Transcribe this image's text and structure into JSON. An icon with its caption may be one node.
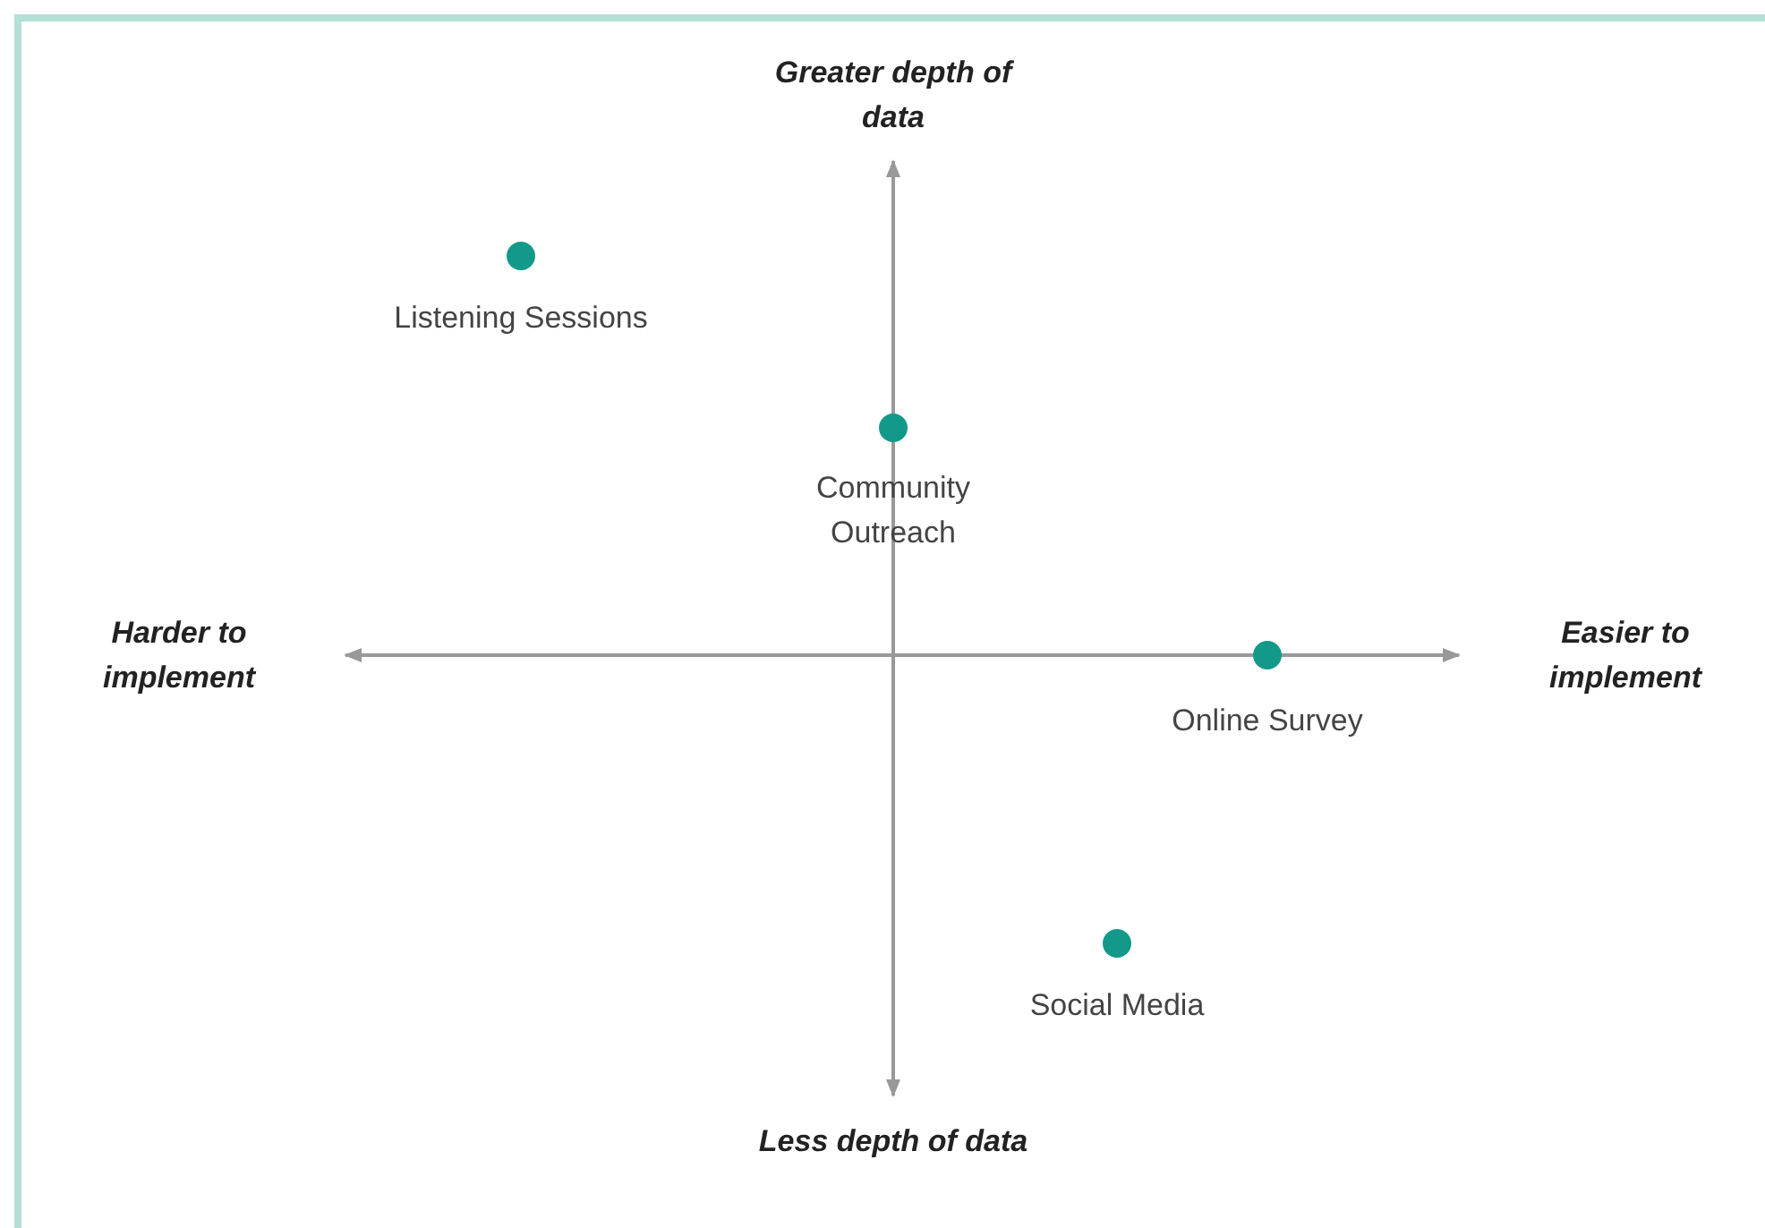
{
  "diagram": {
    "labels": [
      "Greater depth of data",
      "Listening Sessions",
      "Community Outreach",
      "Harder to implement",
      "Easier to implement",
      "Online Survey",
      "Social Media",
      "Less depth of data"
    ]
  }
}
